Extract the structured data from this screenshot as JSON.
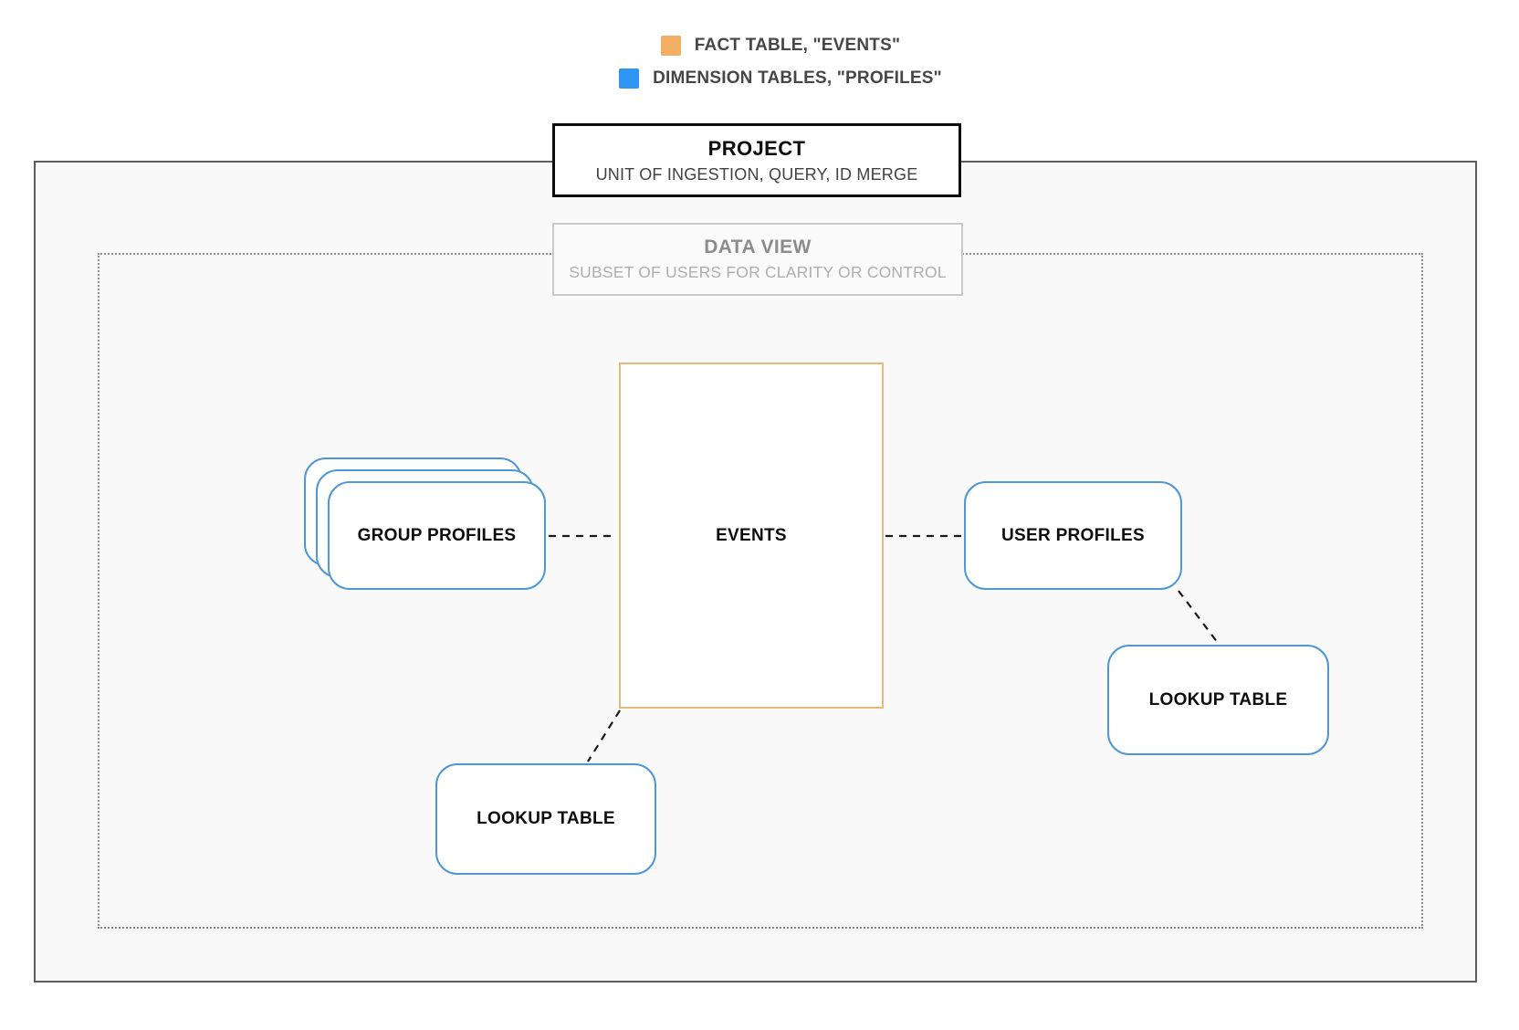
{
  "legend": {
    "items": [
      {
        "name": "fact-table",
        "label": "FACT TABLE, \"EVENTS\"",
        "color": "#F2AE63"
      },
      {
        "name": "dimension-tables",
        "label": "DIMENSION TABLES, \"PROFILES\"",
        "color": "#2E96F2"
      }
    ]
  },
  "project": {
    "title": "PROJECT",
    "subtitle": "UNIT OF INGESTION, QUERY, ID MERGE"
  },
  "data_view": {
    "title": "DATA VIEW",
    "subtitle": "SUBSET OF USERS FOR CLARITY OR CONTROL"
  },
  "nodes": {
    "events": {
      "label": "EVENTS"
    },
    "group_profiles": {
      "label": "GROUP PROFILES"
    },
    "user_profiles": {
      "label": "USER PROFILES"
    },
    "lookup_table_bottom": {
      "label": "LOOKUP TABLE"
    },
    "lookup_table_right": {
      "label": "LOOKUP TABLE"
    }
  },
  "colors": {
    "legend_fact": "#F2AE63",
    "legend_dimension": "#2E96F2",
    "fact_border": "#E7BA7C",
    "dimension_border": "#4E96D4",
    "connector": "#1a1a1a"
  }
}
